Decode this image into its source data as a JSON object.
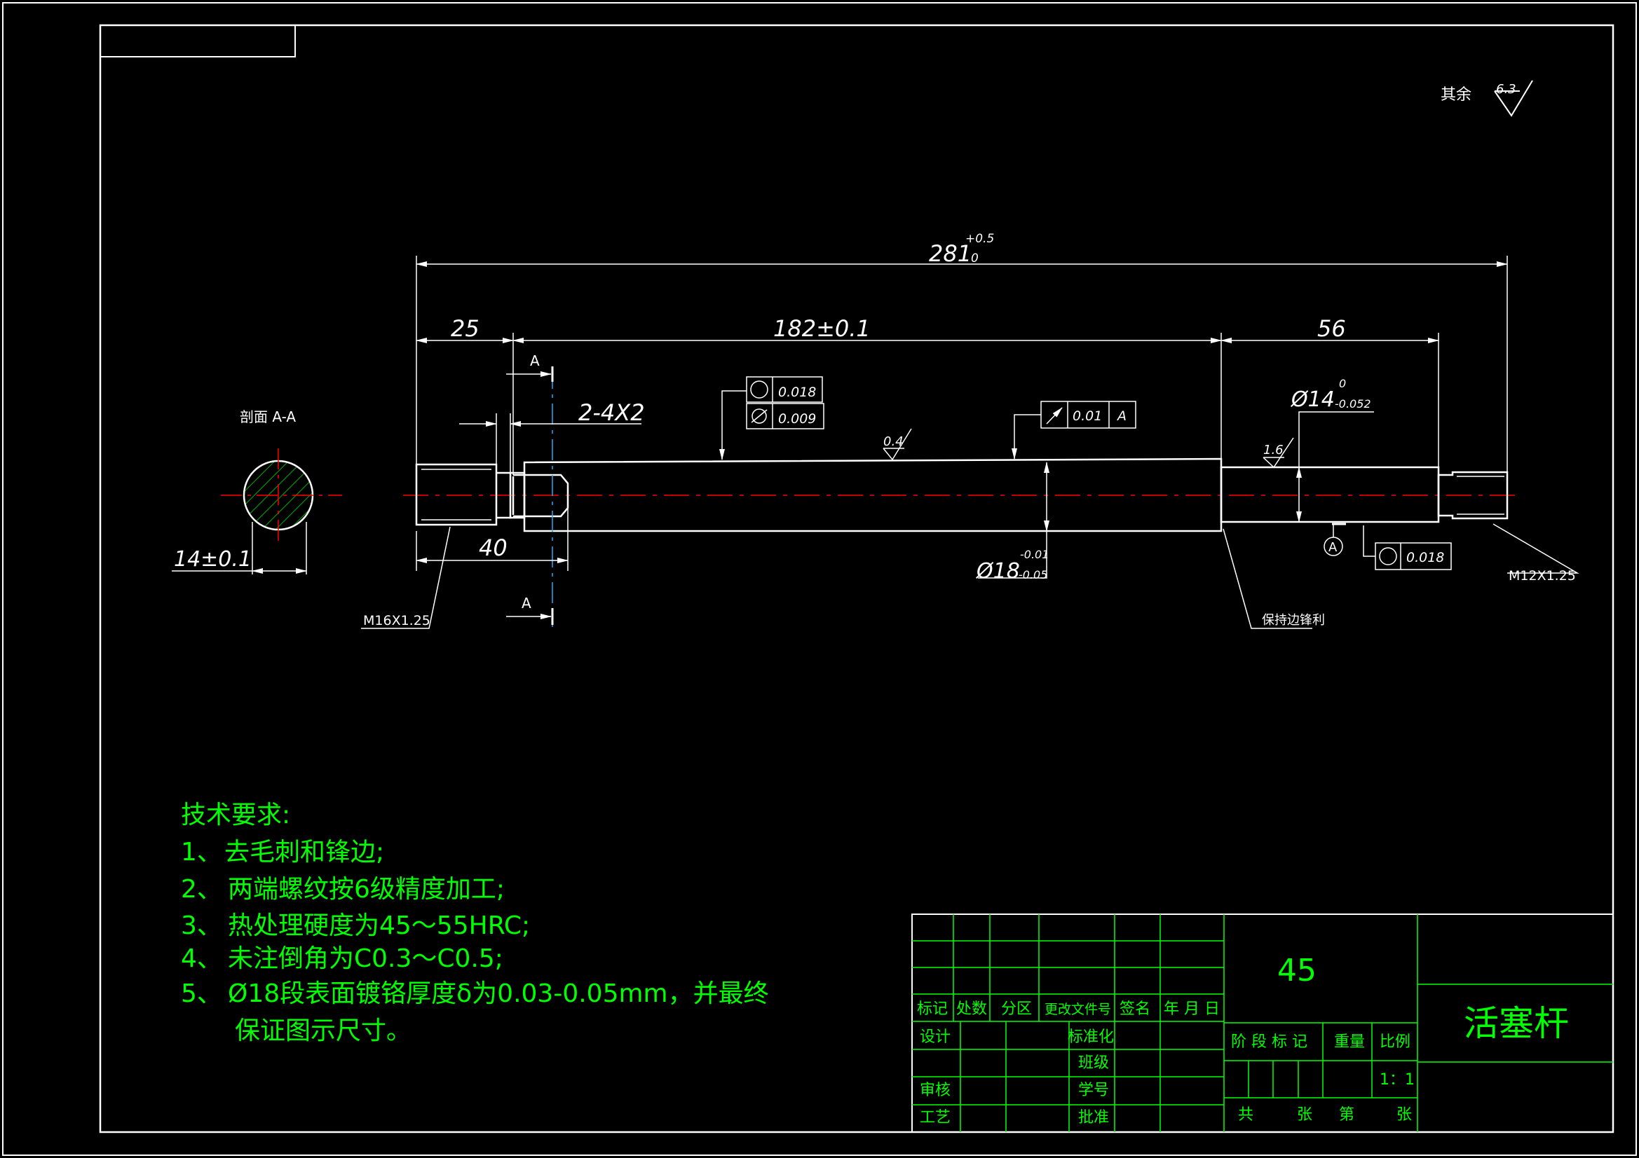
{
  "colors": {
    "background": "#000000",
    "frame": "#ffffff",
    "text": "#ffffff",
    "table_lines": "#00ff00",
    "notes": "#00ff00",
    "centerline": "#ff0000",
    "hatch": "#00b000",
    "section_line": "#2aa8ff"
  },
  "roughness_general": {
    "label": "其余",
    "value": "6.3"
  },
  "dimensions": {
    "overall": {
      "value": "281",
      "upper": "+0.5",
      "lower": "0"
    },
    "left_thread_len": "25",
    "middle_len": "182±0.1",
    "right_len": "56",
    "groove": "2-4X2",
    "left_offset": "40",
    "section_width": "14±0.1",
    "right_dia": {
      "value": "Ø14",
      "upper": "0",
      "lower": "-0.052"
    },
    "main_dia": {
      "value": "Ø18",
      "upper": "-0.01",
      "lower": "-0.05"
    }
  },
  "callouts": {
    "left_thread": "M16X1.25",
    "right_thread": "M12X1.25",
    "sharp_edge": "保持边锋利",
    "roughness_main": "0.4",
    "roughness_right": "1.6",
    "section_label": "剖面 A-A",
    "section_mark": "A",
    "datum_mark": "A"
  },
  "tolerance_frames": {
    "circularity": "0.018",
    "cylindricity": "0.009",
    "runout": "0.01",
    "runout_datum": "A",
    "right_circularity": "0.018"
  },
  "notes": {
    "title": "技术要求:",
    "items": [
      {
        "num": "1、",
        "text": "去毛刺和锋边;"
      },
      {
        "num": "2、",
        "text": "两端螺纹按6级精度加工;"
      },
      {
        "num": "3、",
        "text": "热处理硬度为45～55HRC;"
      },
      {
        "num": "4、",
        "text": "未注倒角为C0.3～C0.5;"
      },
      {
        "num": "5、",
        "text": "Ø18段表面镀铬厚度δ为0.03-0.05mm，并最终"
      }
    ],
    "continuation": "保证图示尺寸。"
  },
  "title_block": {
    "material": "45",
    "part_name": "活塞杆",
    "headers": [
      "标记",
      "处数",
      "分区",
      "更改文件号",
      "签名",
      "年 月 日"
    ],
    "design": "设计",
    "standardization": "标准化",
    "class": "班级",
    "review": "审核",
    "student_id": "学号",
    "process": "工艺",
    "approve": "批准",
    "stage_mark": "阶 段 标 记",
    "weight": "重量",
    "scale_label": "比例",
    "scale": "1：1",
    "total": "共",
    "sheets": "张",
    "sheet_no": "第",
    "sheet_unit": "张"
  }
}
